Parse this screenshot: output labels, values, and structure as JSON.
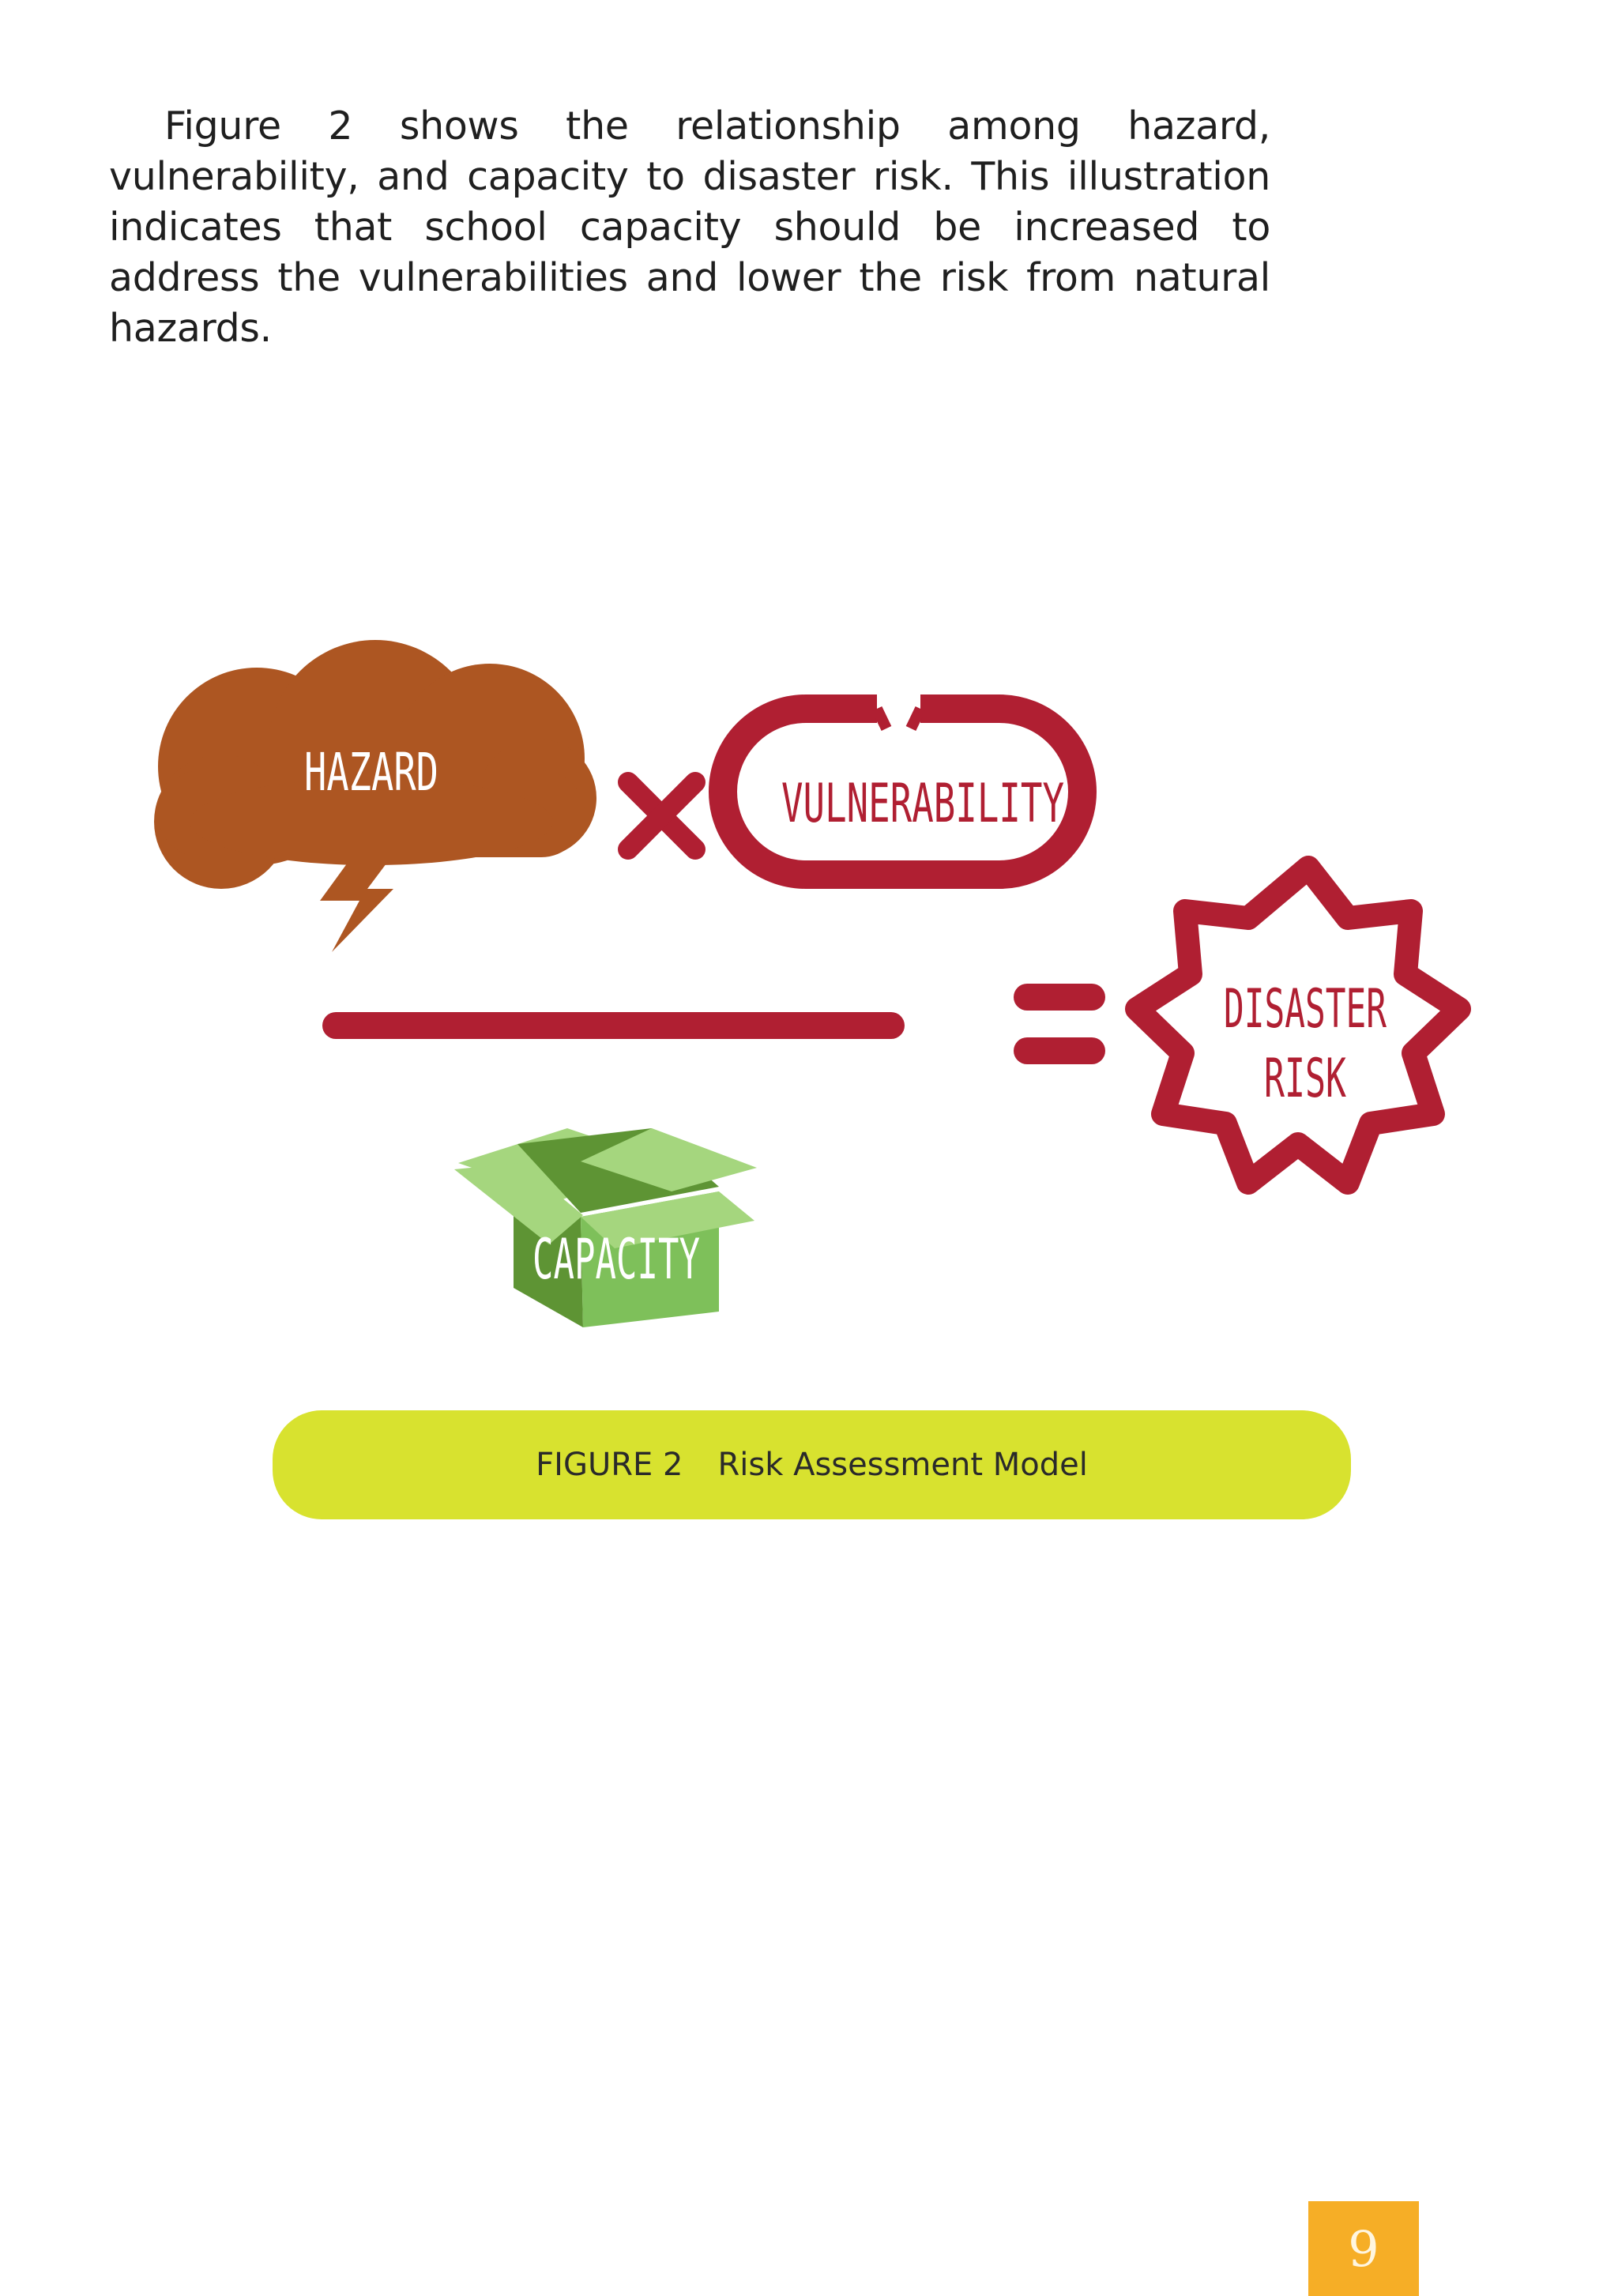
{
  "intro": {
    "text": "Figure 2 shows the relationship among hazard, vulnerability, and capacity to disaster risk. This illustration indicates that school capacity should be increased to address the vulnerabilities and lower the risk from natural hazards."
  },
  "diagram": {
    "hazard_label": "HAZARD",
    "vulnerability_label": "VULNERABILITY",
    "capacity_label": "CAPACITY",
    "risk_label_line1": "DISASTER",
    "risk_label_line2": "RISK",
    "colors": {
      "hazard": "#ad5622",
      "vulnerability": "#b01f32",
      "operators": "#b01f32",
      "capacity_light": "#a5d67e",
      "capacity_mid": "#7ec05a",
      "capacity_dark": "#5e9434"
    }
  },
  "caption": {
    "number": "FIGURE 2",
    "title": "Risk Assessment Model",
    "color": "#d8e22f"
  },
  "page": {
    "number": "9",
    "color": "#f6ae26"
  }
}
